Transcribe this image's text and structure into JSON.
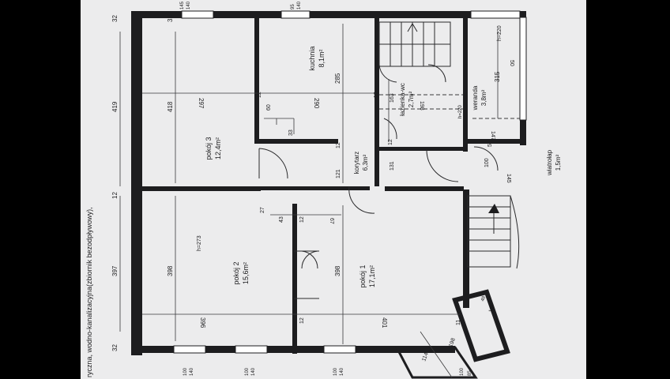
{
  "margin_note": "ryczna, wodno-kanalizacyjna(zbiornik bezodpływowy),",
  "rooms": {
    "pokoj3": {
      "name": "pokój 3",
      "area": "12,4m²"
    },
    "kuchnia": {
      "name": "kuchnia",
      "area": "8,1m²"
    },
    "lazienka": {
      "name": "łazienka-wc",
      "area": "2,7m²"
    },
    "weranda": {
      "name": "weranda",
      "area": "3,8m²"
    },
    "korytarz": {
      "name": "korytarz",
      "area": "6,3m²"
    },
    "wiatrolap": {
      "name": "wiatrołap",
      "area": "1,5m²"
    },
    "pokoj2": {
      "name": "pokój 2",
      "area": "15,6m²"
    },
    "pokoj1": {
      "name": "pokój 1",
      "area": "17,1m²"
    }
  },
  "heights": {
    "h220": "h=220",
    "h220b": "h=220",
    "h273": "h=273"
  },
  "dims": {
    "d32a": "32",
    "d32b": "32",
    "d32c": "32",
    "d419": "419",
    "d418": "418",
    "d12a": "12",
    "d397": "397",
    "d398a": "398",
    "d398b": "398",
    "d297": "297",
    "d290": "290",
    "d285": "285",
    "d12b": "12",
    "d12c": "12",
    "d60": "60",
    "d33": "33",
    "d198a": "198",
    "d163": "163",
    "d12d": "12",
    "d12e": "12",
    "d121": "121",
    "d131": "131",
    "d315": "315",
    "d50": "50",
    "d147": "147",
    "d5": "5",
    "d100a": "100",
    "d145": "145",
    "d27": "27",
    "d43": "43",
    "d12f": "12",
    "d67": "67",
    "d396": "396",
    "d12g": "12",
    "d401": "401",
    "d11": "11",
    "d114": "114",
    "d198b": "198",
    "d48": "48",
    "w145": "145",
    "w140a": "140",
    "w95": "95",
    "w140b": "140",
    "w100a": "100",
    "w140c": "140",
    "w100b": "100",
    "w140d": "140",
    "w100c": "100",
    "w140e": "140",
    "w140f": "140",
    "w100d": "100",
    "w85": "85"
  }
}
